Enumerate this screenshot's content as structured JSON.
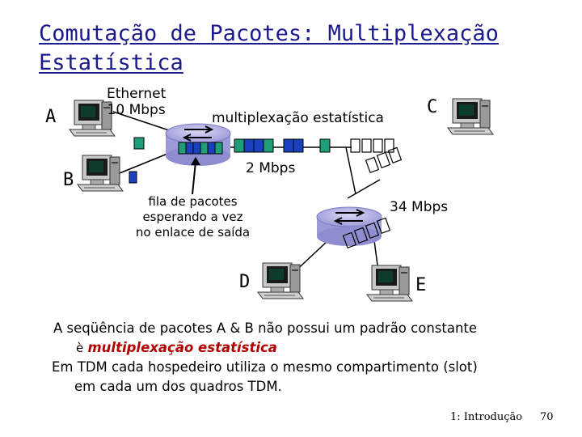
{
  "title": "Comutação de Pacotes: Multiplexação Estatística",
  "hosts": {
    "a": "A",
    "b": "B",
    "c": "C",
    "d": "D",
    "e": "E"
  },
  "labels": {
    "ethernet": "Ethernet",
    "ethernet_rate": "10 Mbps",
    "stat_mux": "multiplexação estatística",
    "link_rate": "2 Mbps",
    "link_rate_2": "34 Mbps",
    "queue_1": "fila de pacotes",
    "queue_2": "esperando a vez",
    "queue_3": "no enlace de saída"
  },
  "notes": {
    "line1": "A seqüência de pacotes A & B não possui um padrão constante",
    "arrow": "è",
    "line2": "multiplexação estatística",
    "line3": "Em TDM cada hospedeiro utiliza o mesmo compartimento (slot)",
    "line4": "em cada um dos quadros TDM."
  },
  "footer": {
    "section": "1: Introdução",
    "page": "70"
  },
  "colors": {
    "title": "#1a1a8c",
    "packet_green": "#1f9e7a",
    "packet_blue": "#1a3fbf",
    "router": "#b8b6e6",
    "emphasis": "#b00000"
  }
}
